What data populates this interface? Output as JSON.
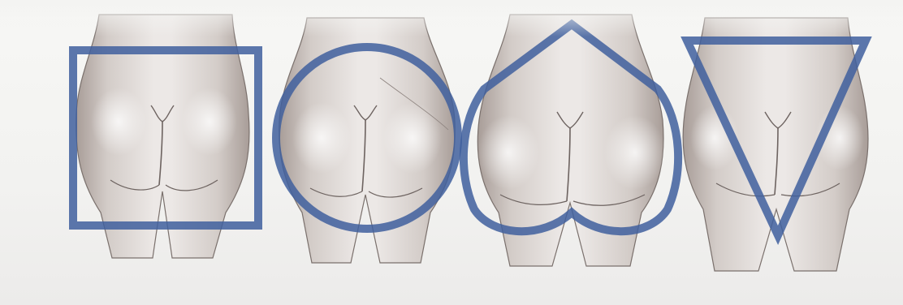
{
  "figure": {
    "panels": [
      {
        "shape": "square"
      },
      {
        "shape": "round"
      },
      {
        "shape": "heart"
      },
      {
        "shape": "v"
      }
    ]
  },
  "colors": {
    "background": "#f4f4f2",
    "outline_blue": "#3f5f9e",
    "skin_shade": "#b6aba6",
    "skin_light": "#e7e2df",
    "line": "#6d6360"
  }
}
